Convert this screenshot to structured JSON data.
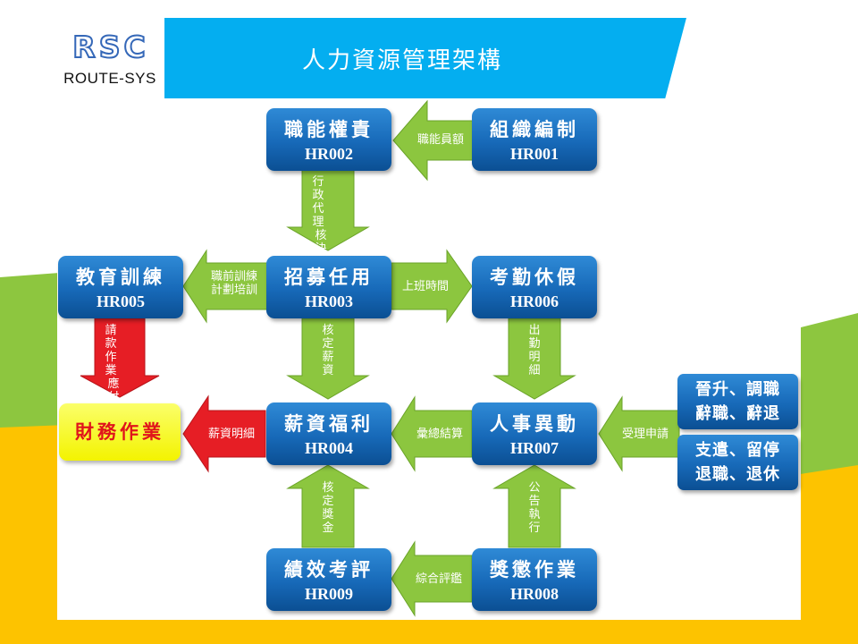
{
  "header": {
    "title": "人力資源管理架構",
    "logo": {
      "mark": "RSC",
      "text": "ROUTE-SYS"
    }
  },
  "modules": [
    {
      "id": "hr001",
      "name": "組織編制",
      "code": "HR001"
    },
    {
      "id": "hr002",
      "name": "職能權責",
      "code": "HR002"
    },
    {
      "id": "hr003",
      "name": "招募任用",
      "code": "HR003"
    },
    {
      "id": "hr004",
      "name": "薪資福利",
      "code": "HR004"
    },
    {
      "id": "hr005",
      "name": "教育訓練",
      "code": "HR005"
    },
    {
      "id": "hr006",
      "name": "考勤休假",
      "code": "HR006"
    },
    {
      "id": "hr007",
      "name": "人事異動",
      "code": "HR007"
    },
    {
      "id": "hr008",
      "name": "獎懲作業",
      "code": "HR008"
    },
    {
      "id": "hr009",
      "name": "績效考評",
      "code": "HR009"
    }
  ],
  "finance": {
    "label": "財務作業"
  },
  "side_requests": [
    {
      "line1": "晉升、調職",
      "line2": "辭職、辭退"
    },
    {
      "line1": "支遣、留停",
      "line2": "退職、退休"
    }
  ],
  "arrows": {
    "hr001_hr002": "職能員額",
    "hr002_hr003_left": "行政代理",
    "hr002_hr003_right": "核決權限",
    "hr003_hr005_line1": "職前訓練",
    "hr003_hr005_line2": "計劃培訓",
    "hr003_hr006": "上班時間",
    "hr003_hr004": "核定薪資",
    "hr006_hr007": "出勤明細",
    "hr007_hr004": "彙總結算",
    "side_hr007": "受理申請",
    "hr004_finance": "薪資明細",
    "hr005_finance_left": "請款作業",
    "hr005_finance_right": "應付帳款",
    "hr009_hr004": "核定獎金",
    "hr008_hr007": "公告執行",
    "hr008_hr009": "綜合評鑑"
  },
  "colors": {
    "header_blue": "#04aef0",
    "box_blue": "#1769b8",
    "arrow_green": "#8cc63f",
    "arrow_red": "#e61e25",
    "finance_yellow": "#f3f300",
    "finance_text": "#e0141b",
    "band_green": "#8dc63f",
    "band_yellow": "#fdc300"
  }
}
